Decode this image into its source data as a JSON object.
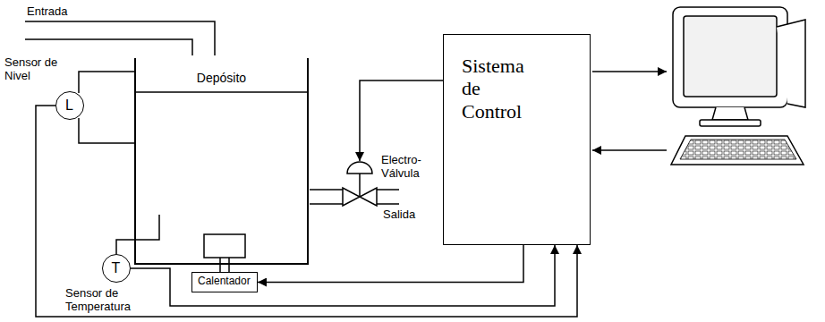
{
  "diagram": {
    "nodes": [
      {
        "text": [
          "L",
          "Sensor de Nivel"
        ]
      },
      {
        "text": [
          "Depósito"
        ]
      },
      {
        "text": [
          "T",
          "Sensor de Temperatura"
        ]
      },
      {
        "text": [
          "Calentador"
        ]
      },
      {
        "text": [
          "Electro-Válvula"
        ]
      },
      {
        "text": [
          "Sistema de Control"
        ]
      }
    ],
    "edges": [
      {
        "from": 5,
        "to": 4,
        "arrow": "to"
      },
      {
        "from": 5,
        "to": 3,
        "arrow": "to"
      },
      {
        "from": 2,
        "to": 5,
        "arrow": "to"
      },
      {
        "from": 0,
        "to": 5,
        "arrow": "to"
      }
    ],
    "labels": [
      "Entrada",
      "Salida"
    ]
  }
}
